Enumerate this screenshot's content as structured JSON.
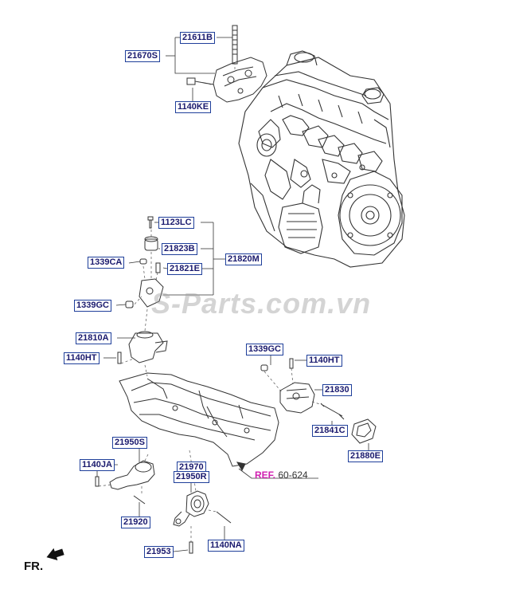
{
  "labels": {
    "l21611B": "21611B",
    "l21670S": "21670S",
    "l1140KE": "1140KE",
    "l1123LC": "1123LC",
    "l21823B": "21823B",
    "l21820M": "21820M",
    "l1339CA": "1339CA",
    "l21821E": "21821E",
    "l1339GC_left": "1339GC",
    "l21810A": "21810A",
    "l1140HT_left": "1140HT",
    "l1339GC_right": "1339GC",
    "l1140HT_right": "1140HT",
    "l21830": "21830",
    "l21841C": "21841C",
    "l21880E": "21880E",
    "l21950S": "21950S",
    "l1140JA": "1140JA",
    "l21920": "21920",
    "l21970": "21970",
    "l21950R": "21950R",
    "l1140NA": "1140NA",
    "l21953": "21953"
  },
  "reference": {
    "prefix": "REF.",
    "number": "60-624"
  },
  "watermark": "S-Parts.com.vn",
  "direction_label": "FR.",
  "colors": {
    "label_border": "#1f3f9a",
    "label_text": "#1a1a6e",
    "reference": "#d020b0",
    "line": "#333333"
  }
}
